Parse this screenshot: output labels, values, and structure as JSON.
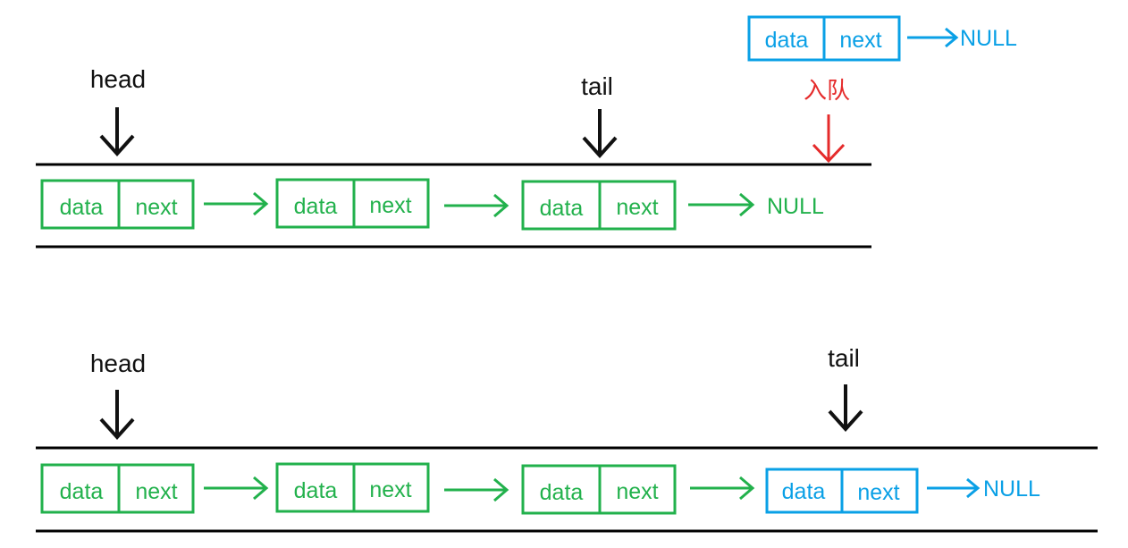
{
  "colors": {
    "existing": "#22b14c",
    "new": "#0aa0e6",
    "pointer": "#111111",
    "enqueue": "#e52b2b",
    "rail": "#000000"
  },
  "before": {
    "head_label": "head",
    "tail_label": "tail",
    "enqueue_label": "入队",
    "nodes": [
      {
        "data": "data",
        "next": "next"
      },
      {
        "data": "data",
        "next": "next"
      },
      {
        "data": "data",
        "next": "next"
      }
    ],
    "null_label": "NULL",
    "new_node": {
      "data": "data",
      "next": "next",
      "null_label": "NULL"
    }
  },
  "after": {
    "head_label": "head",
    "tail_label": "tail",
    "nodes": [
      {
        "data": "data",
        "next": "next"
      },
      {
        "data": "data",
        "next": "next"
      },
      {
        "data": "data",
        "next": "next"
      }
    ],
    "new_node": {
      "data": "data",
      "next": "next"
    },
    "null_label": "NULL"
  }
}
